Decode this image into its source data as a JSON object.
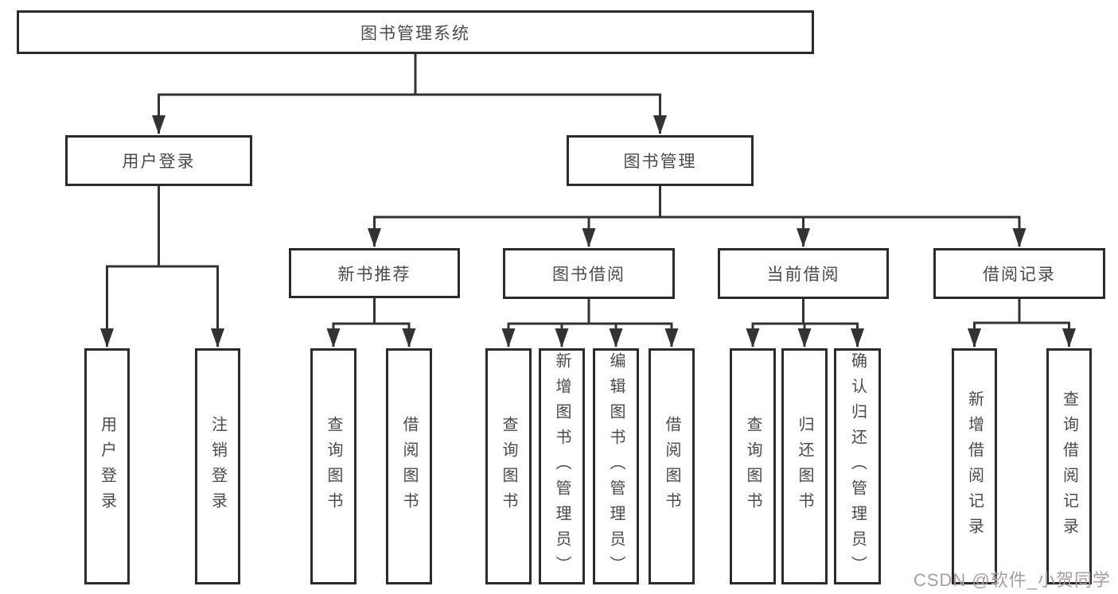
{
  "diagram": {
    "title": "图书管理系统",
    "type": "hierarchy-tree",
    "colors": {
      "line": "#333333",
      "box_border": "#2b2b2b",
      "text": "#4a4a4a",
      "watermark": "#a89c9e",
      "background": "#ffffff"
    },
    "nodes": {
      "root": "图书管理系统",
      "user_login_module": "用户登录",
      "book_management": "图书管理",
      "new_book_recommendation": "新书推荐",
      "book_borrowing": "图书借阅",
      "current_borrowing": "当前借阅",
      "borrowing_records": "借阅记录",
      "leaf_user_login": "用户登录",
      "leaf_logout": "注销登录",
      "leaf_nbr_query_books": "查询图书",
      "leaf_nbr_borrow_books": "借阅图书",
      "leaf_bb_query_books": "查询图书",
      "leaf_bb_add_books_admin": "新增图书（管理员）",
      "leaf_bb_edit_books_admin": "编辑图书（管理员）",
      "leaf_bb_borrow_books": "借阅图书",
      "leaf_cb_query_books": "查询图书",
      "leaf_cb_return_books": "归还图书",
      "leaf_cb_confirm_return_admin": "确认归还（管理员）",
      "leaf_br_add_record": "新增借阅记录",
      "leaf_br_query_record": "查询借阅记录"
    },
    "edges": [
      [
        "root",
        "user_login_module"
      ],
      [
        "root",
        "book_management"
      ],
      [
        "user_login_module",
        "leaf_user_login"
      ],
      [
        "user_login_module",
        "leaf_logout"
      ],
      [
        "book_management",
        "new_book_recommendation"
      ],
      [
        "book_management",
        "book_borrowing"
      ],
      [
        "book_management",
        "current_borrowing"
      ],
      [
        "book_management",
        "borrowing_records"
      ],
      [
        "new_book_recommendation",
        "leaf_nbr_query_books"
      ],
      [
        "new_book_recommendation",
        "leaf_nbr_borrow_books"
      ],
      [
        "book_borrowing",
        "leaf_bb_query_books"
      ],
      [
        "book_borrowing",
        "leaf_bb_add_books_admin"
      ],
      [
        "book_borrowing",
        "leaf_bb_edit_books_admin"
      ],
      [
        "book_borrowing",
        "leaf_bb_borrow_books"
      ],
      [
        "current_borrowing",
        "leaf_cb_query_books"
      ],
      [
        "current_borrowing",
        "leaf_cb_return_books"
      ],
      [
        "current_borrowing",
        "leaf_cb_confirm_return_admin"
      ],
      [
        "borrowing_records",
        "leaf_br_add_record"
      ],
      [
        "borrowing_records",
        "leaf_br_query_record"
      ]
    ],
    "watermark": "CSDN @软件_小贺同学"
  }
}
